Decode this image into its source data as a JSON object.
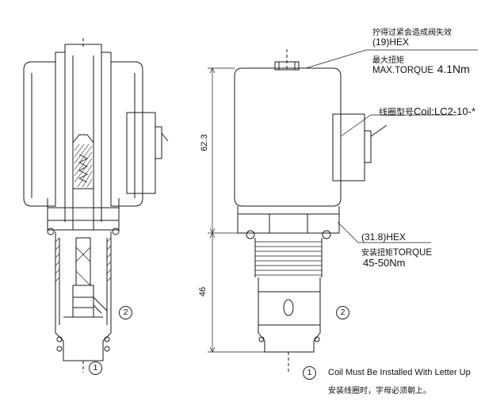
{
  "annotations": {
    "hex_warning_cn": "拧得过紧会造成阀失效",
    "hex19": "(19)HEX",
    "max_torque_cn": "最大扭矩",
    "max_torque_en": "MAX.TORQUE",
    "max_torque_value": "4.1Nm",
    "coil_type_cn": "线圈型号",
    "coil_type": "Coil:LC2-10-*",
    "hex31": "(31.8)HEX",
    "install_torque_cn": "安装扭矩",
    "install_torque_en": "TORQUE",
    "install_torque_value": "45-50Nm",
    "note_en": "Coil Must Be Installed With Letter Up",
    "note_cn": "安装线圈时，字母必须朝上。"
  },
  "dimensions": {
    "upper_height": "62.3",
    "lower_height": "46"
  },
  "ports": {
    "port1": "1",
    "port2": "2"
  },
  "colors": {
    "line": "#1a1a1a",
    "background": "#ffffff"
  }
}
